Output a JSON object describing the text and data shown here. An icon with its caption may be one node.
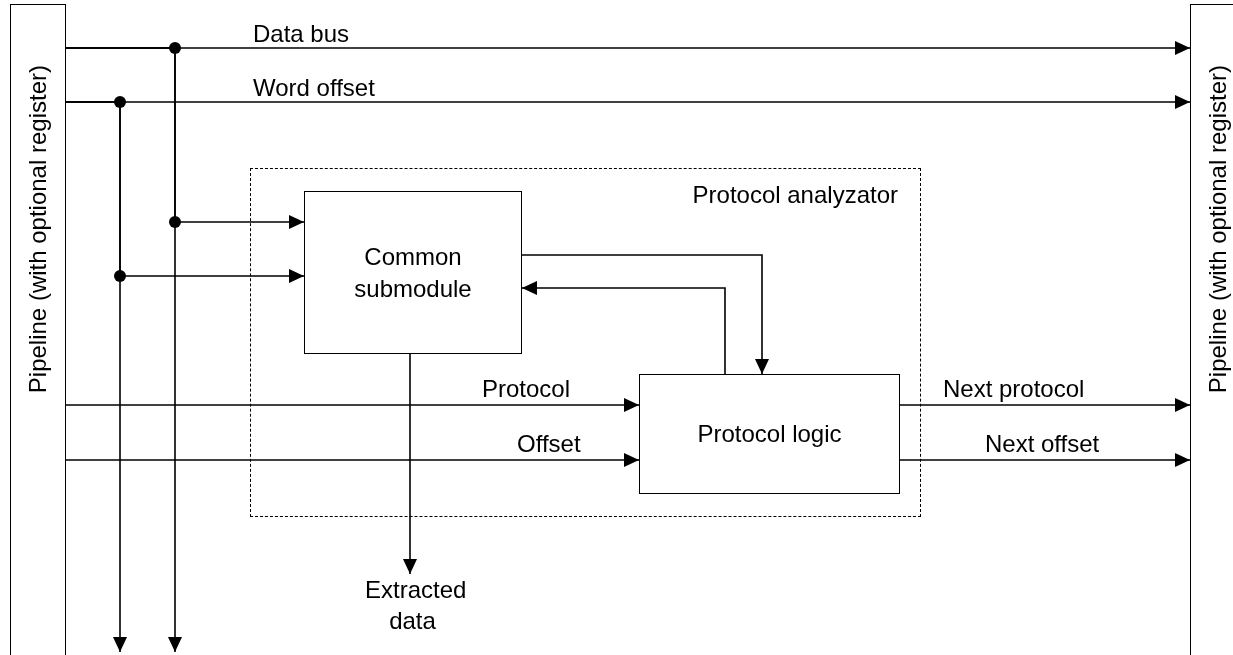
{
  "diagram": {
    "nodes": [
      {
        "text": [
          "Pipeline (with optional register)"
        ]
      },
      {
        "text": [
          "Pipeline (with optional register)"
        ]
      },
      {
        "text": [
          "Protocol analyzator"
        ]
      },
      {
        "text": [
          "Common submodule"
        ],
        "in": 2
      },
      {
        "text": [
          "Protocol logic"
        ],
        "in": 2
      },
      {
        "text": [
          "Extracted data"
        ]
      }
    ],
    "edges": [
      {
        "from": 0,
        "to": 1,
        "arrow": "to",
        "label": "Data bus"
      },
      {
        "from": 0,
        "to": 1,
        "arrow": "to",
        "label": "Word offset"
      },
      {
        "from": 0,
        "to": 3,
        "arrow": "to"
      },
      {
        "from": 0,
        "to": 3,
        "arrow": "to"
      },
      {
        "from": 0,
        "to": null,
        "arrow": "to"
      },
      {
        "from": 0,
        "to": null,
        "arrow": "to"
      },
      {
        "from": 3,
        "to": 4,
        "arrow": "to"
      },
      {
        "from": 4,
        "to": 3,
        "arrow": "to"
      },
      {
        "from": 0,
        "to": 4,
        "arrow": "to",
        "label": "Protocol"
      },
      {
        "from": 0,
        "to": 4,
        "arrow": "to",
        "label": "Offset"
      },
      {
        "from": 4,
        "to": 1,
        "arrow": "to",
        "label": "Next protocol"
      },
      {
        "from": 4,
        "to": 1,
        "arrow": "to",
        "label": "Next offset"
      },
      {
        "from": 3,
        "to": 5,
        "arrow": "to"
      }
    ]
  }
}
